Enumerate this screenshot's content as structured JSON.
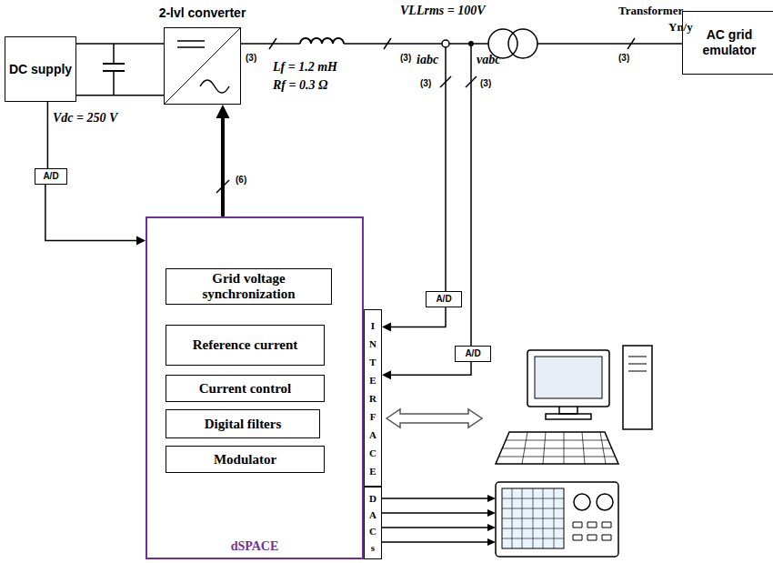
{
  "diagram": {
    "nodes": [
      {
        "text": [
          "DC supply"
        ]
      },
      {
        "text": [
          "2-lvl converter"
        ]
      },
      {
        "text": [
          "AC grid emulator"
        ]
      },
      {
        "text": [
          "A/D"
        ]
      },
      {
        "text": [
          "A/D"
        ]
      },
      {
        "text": [
          "A/D"
        ]
      },
      {
        "text": [
          "dSPACE"
        ]
      },
      {
        "text": [
          "Grid voltage synchronization"
        ],
        "in": 6
      },
      {
        "text": [
          "Reference current"
        ],
        "in": 6
      },
      {
        "text": [
          "Current control"
        ],
        "in": 6
      },
      {
        "text": [
          "Digital filters"
        ],
        "in": 6
      },
      {
        "text": [
          "Modulator"
        ],
        "in": 6
      },
      {
        "text": [
          "INTERFACE"
        ]
      },
      {
        "text": [
          "DACs"
        ]
      }
    ],
    "edges": [
      {
        "from": 0,
        "to": 1,
        "arrow": "none"
      },
      {
        "from": 0,
        "to": 1,
        "arrow": "none"
      },
      {
        "from": 0,
        "to": 3,
        "arrow": "none"
      },
      {
        "from": 3,
        "to": 6,
        "arrow": "to"
      },
      {
        "from": 4,
        "to": 12,
        "arrow": "to"
      },
      {
        "from": 5,
        "to": 12,
        "arrow": "to"
      },
      {
        "from": 6,
        "to": 1,
        "label": "(6)",
        "arrow": "to"
      }
    ],
    "labels": [
      "VLLrms = 100V",
      "Transformer",
      "Yn/y",
      "(3)",
      "Lf = 1.2 mH",
      "Rf = 0.3 Ω",
      "(3)",
      "iabc",
      "(3)",
      "vabc",
      "(3)",
      "(3)",
      "Vdc = 250 V"
    ]
  }
}
